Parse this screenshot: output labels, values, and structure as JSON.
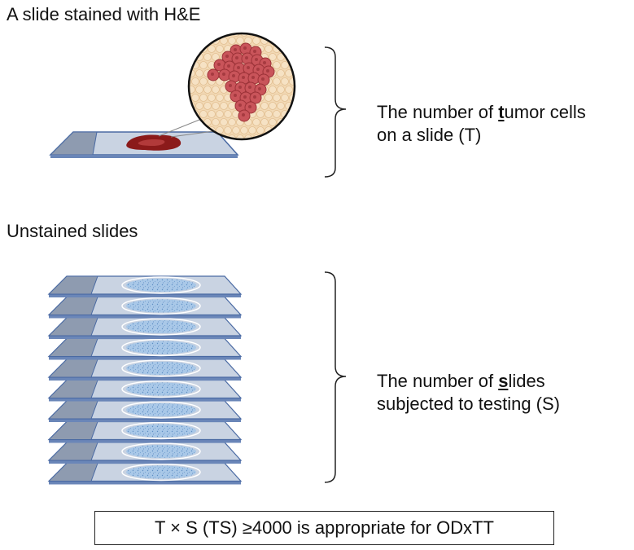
{
  "he_section": {
    "title": "A slide stained with H&E",
    "description": {
      "line1_before": "The number of ",
      "line1_key": "t",
      "line1_after": "umor cells",
      "line2": "on a slide (T)"
    }
  },
  "unstained_section": {
    "title": "Unstained slides",
    "description": {
      "line1_before": "The number of ",
      "line1_key": "s",
      "line1_after": "lides",
      "line2": "subjected to testing (S)"
    },
    "slide_count": 10
  },
  "formula": "T × S (TS) ≥4000 is appropriate for ODxTT",
  "colors": {
    "slide_glass": "#c9d3e2",
    "slide_edge": "#4a6aa3",
    "slide_label": "#8e9bb0",
    "tissue_he": "#8b1a1a",
    "tumor_cell": "#c9545a",
    "normal_cell": "#f2d9b5",
    "unstained_tissue": "#a9c8e8"
  }
}
